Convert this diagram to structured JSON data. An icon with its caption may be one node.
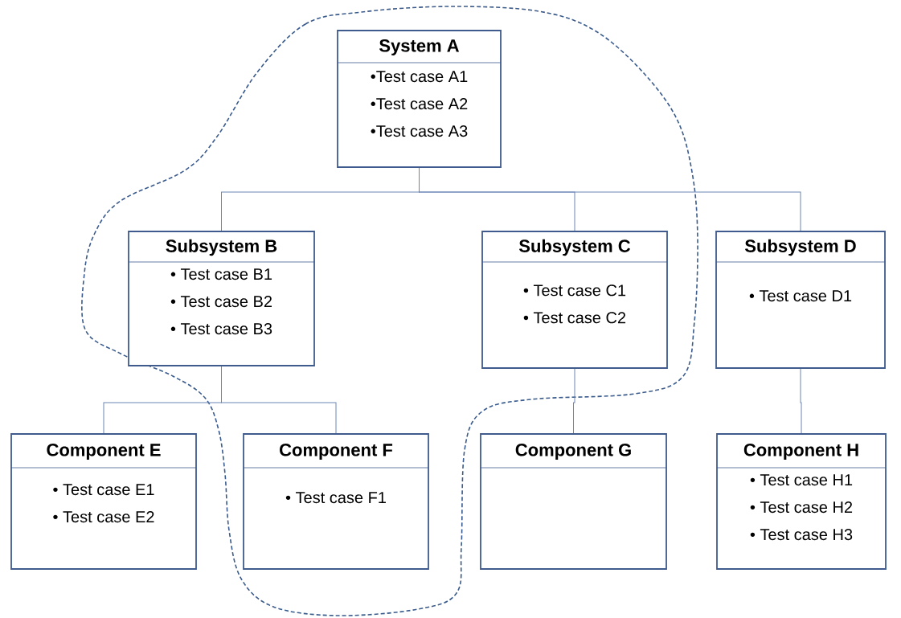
{
  "diagram": {
    "nodes": [
      {
        "text": [
          "System A",
          "•Test case A1",
          "•Test case A2",
          "•Test case A3"
        ]
      },
      {
        "text": [
          "Subsystem B",
          "• Test case B1",
          "• Test case B2",
          "• Test case B3"
        ]
      },
      {
        "text": [
          "Subsystem C",
          "• Test case C1",
          "• Test case C2"
        ]
      },
      {
        "text": [
          "Subsystem D",
          "• Test case D1"
        ]
      },
      {
        "text": [
          "Component E",
          "• Test case E1",
          "• Test case E2"
        ]
      },
      {
        "text": [
          "Component F",
          "• Test case F1"
        ]
      },
      {
        "text": [
          "Component G"
        ]
      },
      {
        "text": [
          "Component H",
          "• Test case H1",
          "• Test case H2",
          "• Test case H3"
        ]
      }
    ],
    "edges": [
      {
        "from": 0,
        "to": 1,
        "arrow": "none"
      },
      {
        "from": 0,
        "to": 2,
        "arrow": "none"
      },
      {
        "from": 0,
        "to": 3,
        "arrow": "none"
      },
      {
        "from": 1,
        "to": 4,
        "arrow": "none"
      },
      {
        "from": 1,
        "to": 5,
        "arrow": "none"
      },
      {
        "from": 2,
        "to": 6,
        "arrow": "none"
      },
      {
        "from": 3,
        "to": 7,
        "arrow": "none"
      }
    ]
  }
}
